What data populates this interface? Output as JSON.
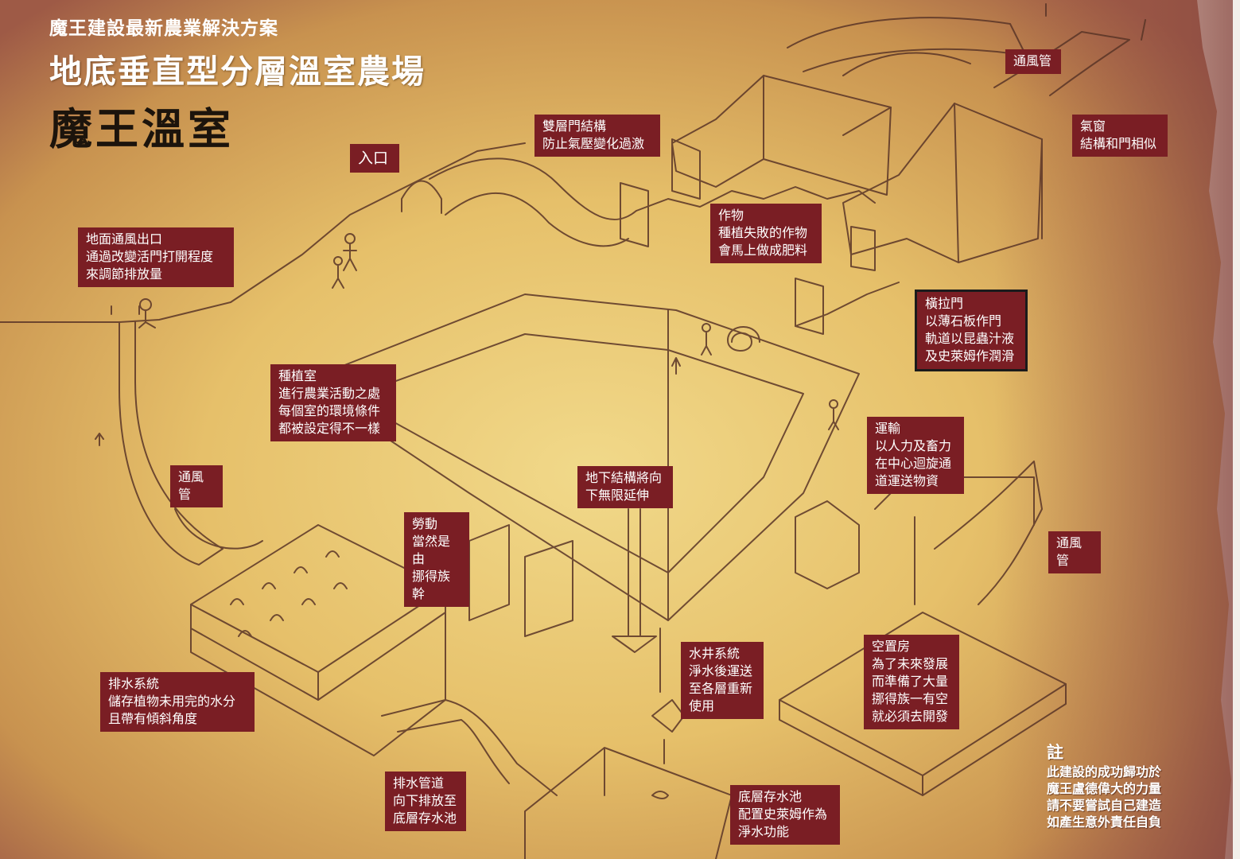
{
  "header": {
    "subtitle": "魔王建設最新農業解決方案",
    "title": "地底垂直型分層溫室農場",
    "brand": "魔王溫室"
  },
  "labels": {
    "entrance": "入口",
    "double_door": "雙層門結構\n防止氣壓變化過激",
    "vent_pipe_top": "通風管",
    "air_window": "氣窗\n結構和門相似",
    "ground_vent": "地面通風出口\n通過改變活門打開程度\n來調節排放量",
    "crops": "作物\n種植失敗的作物\n會馬上做成肥料",
    "sliding_door": "橫拉門\n以薄石板作門\n軌道以昆蟲汁液\n及史萊姆作潤滑",
    "planting_room": "種植室\n進行農業活動之處\n每個室的環境條件\n都被設定得不一樣",
    "transport": "運輸\n以人力及畜力\n在中心迴旋通\n道運送物資",
    "vent_pipe_left": "通風管",
    "underground_extend": "地下結構將向\n下無限延伸",
    "vent_pipe_right": "通風管",
    "labor": "勞動\n當然是由\n挪得族幹",
    "well_system": "水井系統\n淨水後運送\n至各層重新\n使用",
    "empty_room": "空置房\n為了未來發展\n而準備了大量\n挪得族一有空\n就必須去開發",
    "drainage_system": "排水系統\n儲存植物未用完的水分\n且帶有傾斜角度",
    "drain_pipe": "排水管道\n向下排放至\n底層存水池",
    "bottom_pool": "底層存水池\n配置史萊姆作為\n淨水功能"
  },
  "note": {
    "heading": "註",
    "lines": "此建設的成功歸功於\n魔王盧德偉大的力量\n請不要嘗試自己建造\n如產生意外責任自負"
  },
  "colors": {
    "label_bg": "#7a1e24",
    "label_text": "#ffffff",
    "sketch_line": "#5a3527",
    "parchment": "#e2bd64"
  }
}
